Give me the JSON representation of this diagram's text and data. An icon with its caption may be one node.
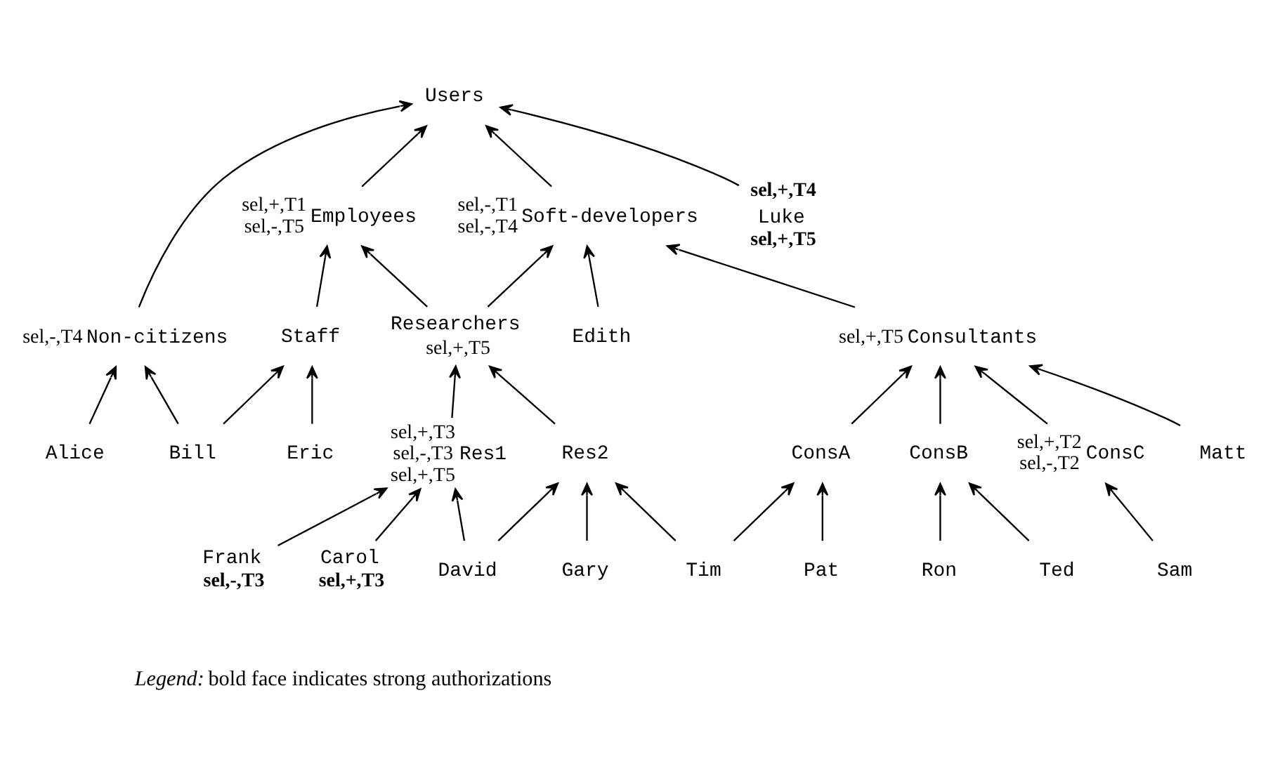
{
  "diagram": {
    "nodes": [
      {
        "text": [
          "Users"
        ]
      },
      {
        "text": [
          "Non-citizens"
        ],
        "beside": [
          "sel,-,T4"
        ]
      },
      {
        "text": [
          "Employees"
        ],
        "beside": [
          "sel,+,T1",
          "sel,-,T5"
        ]
      },
      {
        "text": [
          "Soft-developers"
        ],
        "beside": [
          "sel,-,T1",
          "sel,-,T4"
        ]
      },
      {
        "text": [
          "Luke"
        ],
        "beside": [
          "sel,+,T4",
          "sel,+,T5"
        ]
      },
      {
        "text": [
          "Staff"
        ]
      },
      {
        "text": [
          "Researchers"
        ],
        "beside": [
          "sel,+,T5"
        ]
      },
      {
        "text": [
          "Consultants"
        ],
        "beside": [
          "sel,+,T5"
        ]
      },
      {
        "text": [
          "Edith"
        ]
      },
      {
        "text": [
          "Alice"
        ]
      },
      {
        "text": [
          "Bill"
        ]
      },
      {
        "text": [
          "Eric"
        ]
      },
      {
        "text": [
          "Matt"
        ]
      },
      {
        "text": [
          "Res1"
        ],
        "beside": [
          "sel,+,T3",
          "sel,-,T3",
          "sel,+,T5"
        ]
      },
      {
        "text": [
          "Res2"
        ]
      },
      {
        "text": [
          "ConsA"
        ]
      },
      {
        "text": [
          "ConsB"
        ]
      },
      {
        "text": [
          "ConsC"
        ],
        "beside": [
          "sel,+,T2",
          "sel,-,T2"
        ]
      },
      {
        "text": [
          "Carol"
        ],
        "beside": [
          "sel,+,T3"
        ]
      },
      {
        "text": [
          "Frank"
        ],
        "beside": [
          "sel,-,T3"
        ]
      },
      {
        "text": [
          "David"
        ]
      },
      {
        "text": [
          "Gary"
        ]
      },
      {
        "text": [
          "Tim"
        ]
      },
      {
        "text": [
          "Pat"
        ]
      },
      {
        "text": [
          "Ted"
        ]
      },
      {
        "text": [
          "Ron"
        ]
      },
      {
        "text": [
          "Sam"
        ]
      }
    ],
    "edges": [
      {
        "from": 1,
        "to": 0,
        "arrow": "to"
      },
      {
        "from": 2,
        "to": 0,
        "arrow": "to"
      },
      {
        "from": 3,
        "to": 0,
        "arrow": "to"
      },
      {
        "from": 4,
        "to": 0,
        "arrow": "to"
      },
      {
        "from": 9,
        "to": 1,
        "arrow": "to"
      },
      {
        "from": 10,
        "to": 1,
        "arrow": "to"
      },
      {
        "from": 10,
        "to": 5,
        "arrow": "to"
      },
      {
        "from": 5,
        "to": 2,
        "arrow": "to"
      },
      {
        "from": 11,
        "to": 5,
        "arrow": "to"
      },
      {
        "from": 6,
        "to": 2,
        "arrow": "to"
      },
      {
        "from": 6,
        "to": 3,
        "arrow": "to"
      },
      {
        "from": 7,
        "to": 3,
        "arrow": "to"
      },
      {
        "from": 8,
        "to": 3,
        "arrow": "to"
      },
      {
        "from": 12,
        "to": 7,
        "arrow": "to"
      },
      {
        "from": 13,
        "to": 6,
        "arrow": "to"
      },
      {
        "from": 14,
        "to": 6,
        "arrow": "to"
      },
      {
        "from": 15,
        "to": 7,
        "arrow": "to"
      },
      {
        "from": 16,
        "to": 7,
        "arrow": "to"
      },
      {
        "from": 17,
        "to": 7,
        "arrow": "to"
      },
      {
        "from": 18,
        "to": 13,
        "arrow": "to"
      },
      {
        "from": 19,
        "to": 13,
        "arrow": "to"
      },
      {
        "from": 20,
        "to": 13,
        "arrow": "to"
      },
      {
        "from": 20,
        "to": 14,
        "arrow": "to"
      },
      {
        "from": 21,
        "to": 14,
        "arrow": "to"
      },
      {
        "from": 22,
        "to": 14,
        "arrow": "to"
      },
      {
        "from": 22,
        "to": 15,
        "arrow": "to"
      },
      {
        "from": 23,
        "to": 15,
        "arrow": "to"
      },
      {
        "from": 24,
        "to": 16,
        "arrow": "to"
      },
      {
        "from": 25,
        "to": 16,
        "arrow": "to"
      },
      {
        "from": 26,
        "to": 17,
        "arrow": "to"
      }
    ],
    "labels": [
      "*Legend:* bold face indicates strong authorizations"
    ]
  }
}
